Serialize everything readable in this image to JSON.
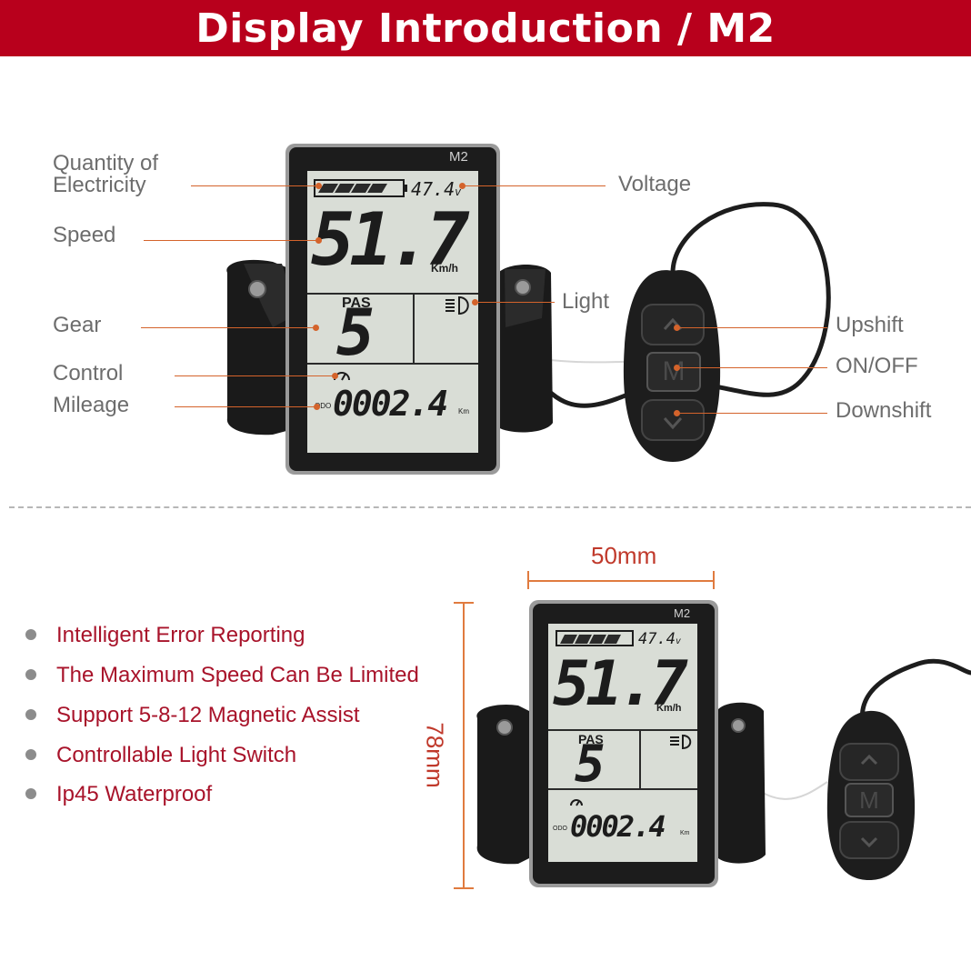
{
  "header": {
    "title": "Display Introduction / M2"
  },
  "device": {
    "model": "M2",
    "voltage": "47.4",
    "voltage_unit": "v",
    "speed": "51.7",
    "speed_unit": "Km/h",
    "pas_label": "PAS",
    "pas_level": "5",
    "odo_label": "ODO",
    "odometer": "0002.4",
    "odometer_unit": "Km",
    "remote_button": "M",
    "battery_bars_filled": 4,
    "battery_bars_total": 5
  },
  "labels": {
    "quantity_line1": "Quantity of",
    "quantity_line2": "Electricity",
    "voltage": "Voltage",
    "speed": "Speed",
    "light": "Light",
    "gear": "Gear",
    "upshift": "Upshift",
    "control": "Control",
    "on_off": "ON/OFF",
    "mileage": "Mileage",
    "downshift": "Downshift"
  },
  "features": [
    "Intelligent Error Reporting",
    "The Maximum Speed Can Be Limited",
    "Support 5-8-12 Magnetic Assist",
    "Controllable Light Switch",
    "Ip45 Waterproof"
  ],
  "dimensions": {
    "width": "50mm",
    "height": "78mm"
  },
  "colors": {
    "banner": "#b8001c",
    "accent": "#d4632b",
    "feature_text": "#a8132a",
    "lcd": "#d9ddd6"
  }
}
